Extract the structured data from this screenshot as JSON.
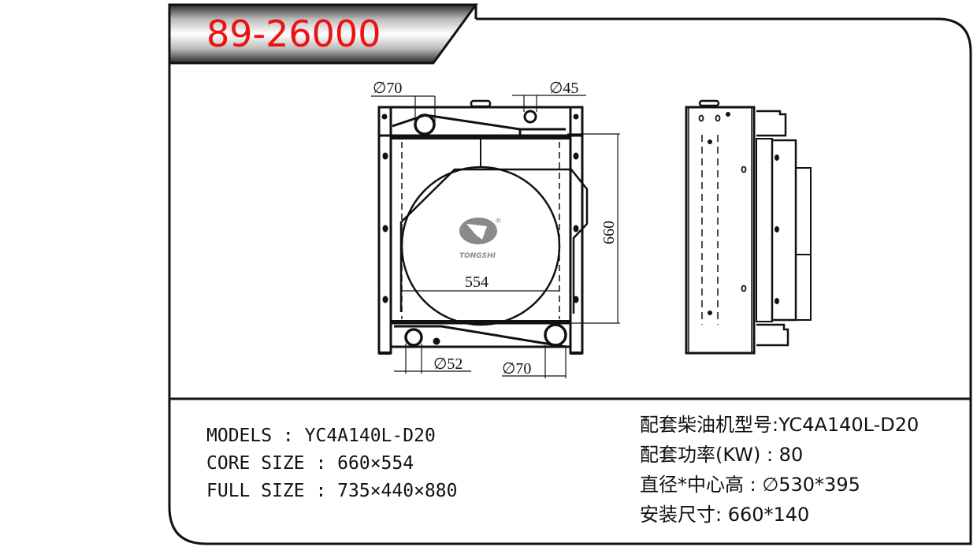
{
  "title": {
    "part_number": "89-26000",
    "part_number_color": "#ee1111"
  },
  "drawing": {
    "front_view": {
      "dimensions": {
        "top_left_inlet": "∅70",
        "top_right_port": "∅45",
        "bottom_left_port": "∅52",
        "bottom_right_outlet": "∅70",
        "core_width": "554",
        "core_height": "660"
      },
      "logo": {
        "brand": "TONGSHI",
        "registered_mark": "®"
      }
    },
    "side_view": {
      "label": ""
    }
  },
  "specs_en": [
    "MODELS : YC4A140L-D20",
    "CORE SIZE : 660×554",
    "FULL SIZE : 735×440×880"
  ],
  "specs_cn": [
    "配套柴油机型号:YC4A140L-D20",
    "配套功率(KW) : 80",
    "直径*中心高 : ∅530*395",
    "安装尺寸: 660*140"
  ]
}
